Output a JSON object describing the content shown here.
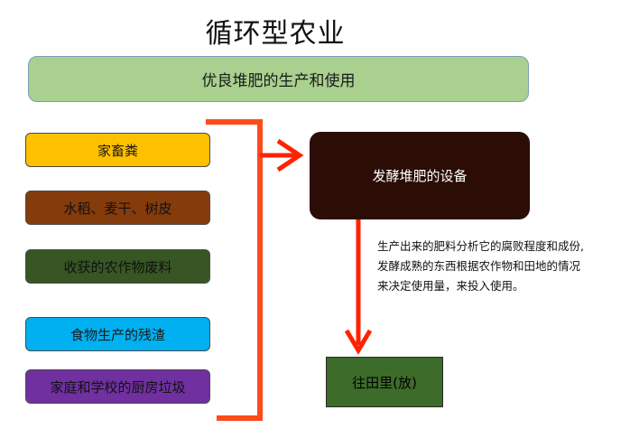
{
  "title": "循环型农业",
  "banner": "优良堆肥的生产和使用",
  "sources": [
    {
      "label": "家畜粪",
      "bg": "#ffc000",
      "fg": "#1a1a1a"
    },
    {
      "label": "水稻、麦干、树皮",
      "bg": "#843c0c",
      "fg": "#111111"
    },
    {
      "label": "收获的农作物废料",
      "bg": "#375623",
      "fg": "#111111"
    },
    {
      "label": "食物生产的残渣",
      "bg": "#00b0f0",
      "fg": "#1a1a1a"
    },
    {
      "label": "家庭和学校的厨房垃圾",
      "bg": "#7030a0",
      "fg": "#111111"
    }
  ],
  "device": "发酵堆肥的设备",
  "note": [
    "生产出来的肥料分析它的腐败程度和成份,",
    "发酵成熟的东西根据农作物和田地的情况",
    "来决定使用量，来投入使用。"
  ],
  "destination": "往田里(放)",
  "colors": {
    "arrow": "#ff2200",
    "bracket": "#ff4a1a",
    "banner": "#a9d08e",
    "device": "#2b0d05",
    "field": "#3d6b2a"
  }
}
